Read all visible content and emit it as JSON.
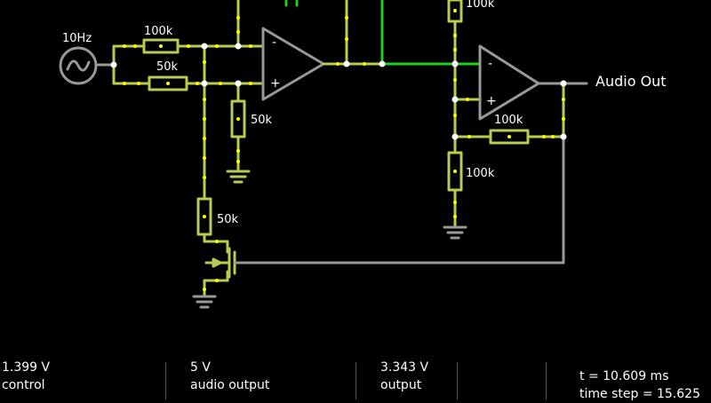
{
  "circuit": {
    "source_freq": "10Hz",
    "r_in_top": "100k",
    "r_in_bottom": "50k",
    "r_pos_ground": "50k",
    "r_jfet": "50k",
    "r_feedback_top": "100k",
    "r_feedback_right": "100k",
    "r_ground_right": "100k",
    "output_label": "Audio Out",
    "op1_minus": "-",
    "op1_plus": "+",
    "op2_minus": "-",
    "op2_plus": "+"
  },
  "scopes": [
    {
      "value": "1.399 V",
      "name": "control"
    },
    {
      "value": "5 V",
      "name": "audio output"
    },
    {
      "value": "3.343 V",
      "name": "output"
    }
  ],
  "status": {
    "time": "t = 10.609 ms",
    "time_step": "time step = 15.625"
  },
  "colors": {
    "background": "#000000",
    "wire_active": "#b8cc52",
    "wire_green": "#22cc22",
    "wire_gray": "#999999",
    "current_dots": "#ffff00"
  }
}
